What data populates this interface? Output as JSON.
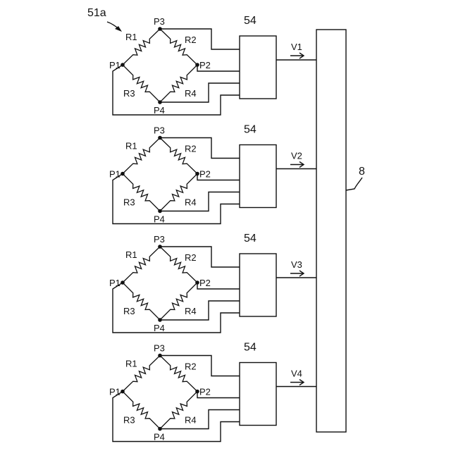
{
  "figure": {
    "ref_label": "51a",
    "controller_label": "8",
    "circuits": [
      {
        "amp_label": "54",
        "output_label": "V1",
        "nodes": [
          "P1",
          "P2",
          "P3",
          "P4"
        ],
        "resistors": [
          "R1",
          "R2",
          "R3",
          "R4"
        ]
      },
      {
        "amp_label": "54",
        "output_label": "V2",
        "nodes": [
          "P1",
          "P2",
          "P3",
          "P4"
        ],
        "resistors": [
          "R1",
          "R2",
          "R3",
          "R4"
        ]
      },
      {
        "amp_label": "54",
        "output_label": "V3",
        "nodes": [
          "P1",
          "P2",
          "P3",
          "P4"
        ],
        "resistors": [
          "R1",
          "R2",
          "R3",
          "R4"
        ]
      },
      {
        "amp_label": "54",
        "output_label": "V4",
        "nodes": [
          "P1",
          "P2",
          "P3",
          "P4"
        ],
        "resistors": [
          "R1",
          "R2",
          "R3",
          "R4"
        ]
      }
    ]
  }
}
